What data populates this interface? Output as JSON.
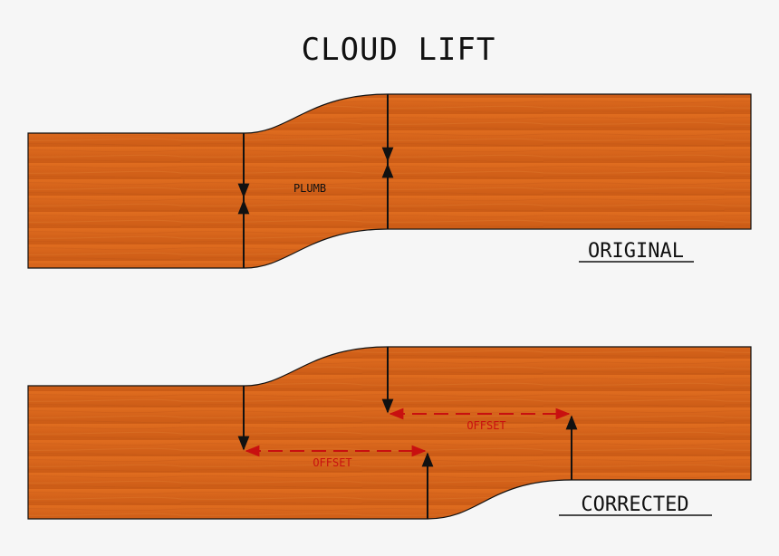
{
  "title": "CLOUD LIFT",
  "original": {
    "label": "ORIGINAL",
    "annotation": "PLUMB"
  },
  "corrected": {
    "label": "CORRECTED",
    "offset_left": "OFFSET",
    "offset_right": "OFFSET"
  },
  "colors": {
    "background": "#f6f6f6",
    "wood": "#d9661a",
    "wood_dark": "#b94f10",
    "outline": "#111111",
    "offset_arrow": "#c81010"
  }
}
